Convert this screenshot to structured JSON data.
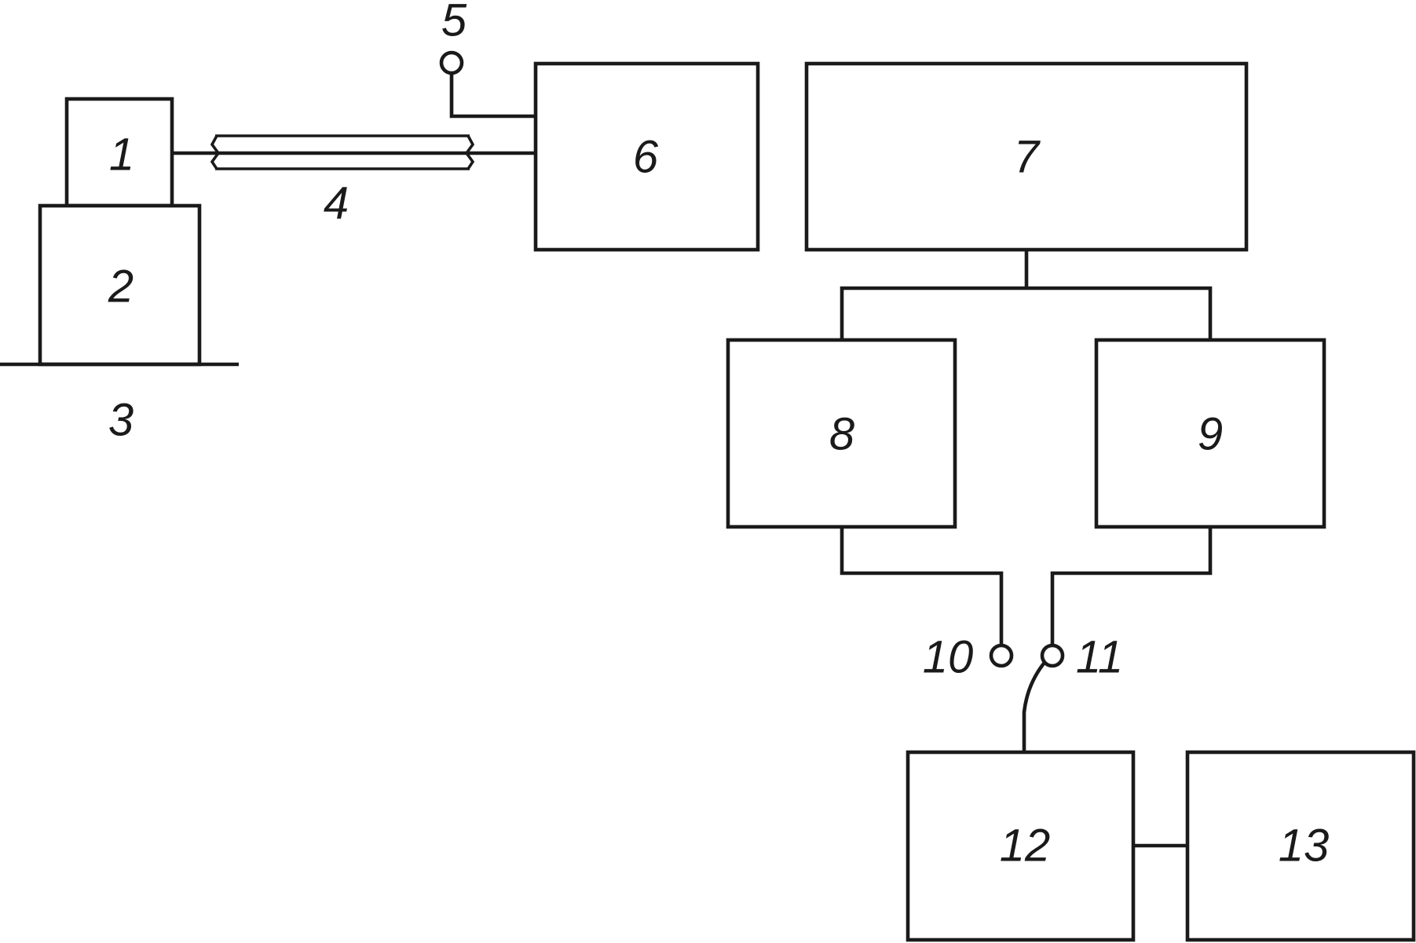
{
  "diagram": {
    "labels": {
      "n1": "1",
      "n2": "2",
      "n3": "3",
      "n4": "4",
      "n5": "5",
      "n6": "6",
      "n7": "7",
      "n8": "8",
      "n9": "9",
      "n10": "10",
      "n11": "11",
      "n12": "12",
      "n13": "13"
    }
  }
}
